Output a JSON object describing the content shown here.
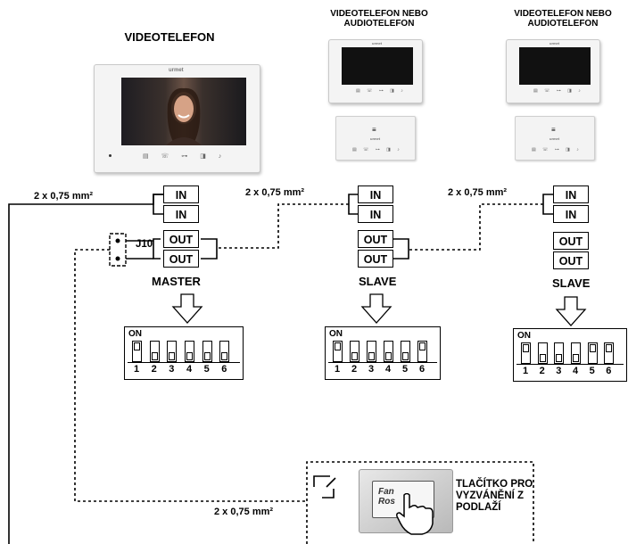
{
  "titles": {
    "master_device": "VIDEOTELEFON",
    "slave_device_line1": "VIDEOTELEFON NEBO",
    "slave_device_line2": "AUDIOTELEFON",
    "slave2_device_line1": "VIDEOTELEFON NEBO",
    "slave2_device_line2": "AUDIOTELEFON"
  },
  "device": {
    "brand": "urmet",
    "button_glyphs": "▤ ☏ ⊶ ◨ ♪",
    "pushbutton_text_line1": "Fan",
    "pushbutton_text_line2": "Ros"
  },
  "cables": {
    "main": "2 x 0,75 mm²",
    "slave1": "2 x 0,75 mm²",
    "slave2": "2 x 0,75 mm²",
    "floor": "2 x 0,75 mm²"
  },
  "terminals": {
    "in": "IN",
    "out": "OUT",
    "jumper": "J10"
  },
  "roles": {
    "master": "MASTER",
    "slave1": "SLAVE",
    "slave2": "SLAVE"
  },
  "dip": {
    "on_label": "ON",
    "numbers": [
      "1",
      "2",
      "3",
      "4",
      "5",
      "6"
    ],
    "master_on": [
      1
    ],
    "slave1_on": [
      1,
      6
    ],
    "slave2_on": [
      1,
      5,
      6
    ]
  },
  "floor_button": {
    "label_line1": "TLAČÍTKO PRO",
    "label_line2": "VYZVÁNĚNÍ Z",
    "label_line3": "PODLAŽÍ"
  },
  "colors": {
    "line": "#000000",
    "screen": "#111111",
    "panel": "#f4f4f4"
  }
}
